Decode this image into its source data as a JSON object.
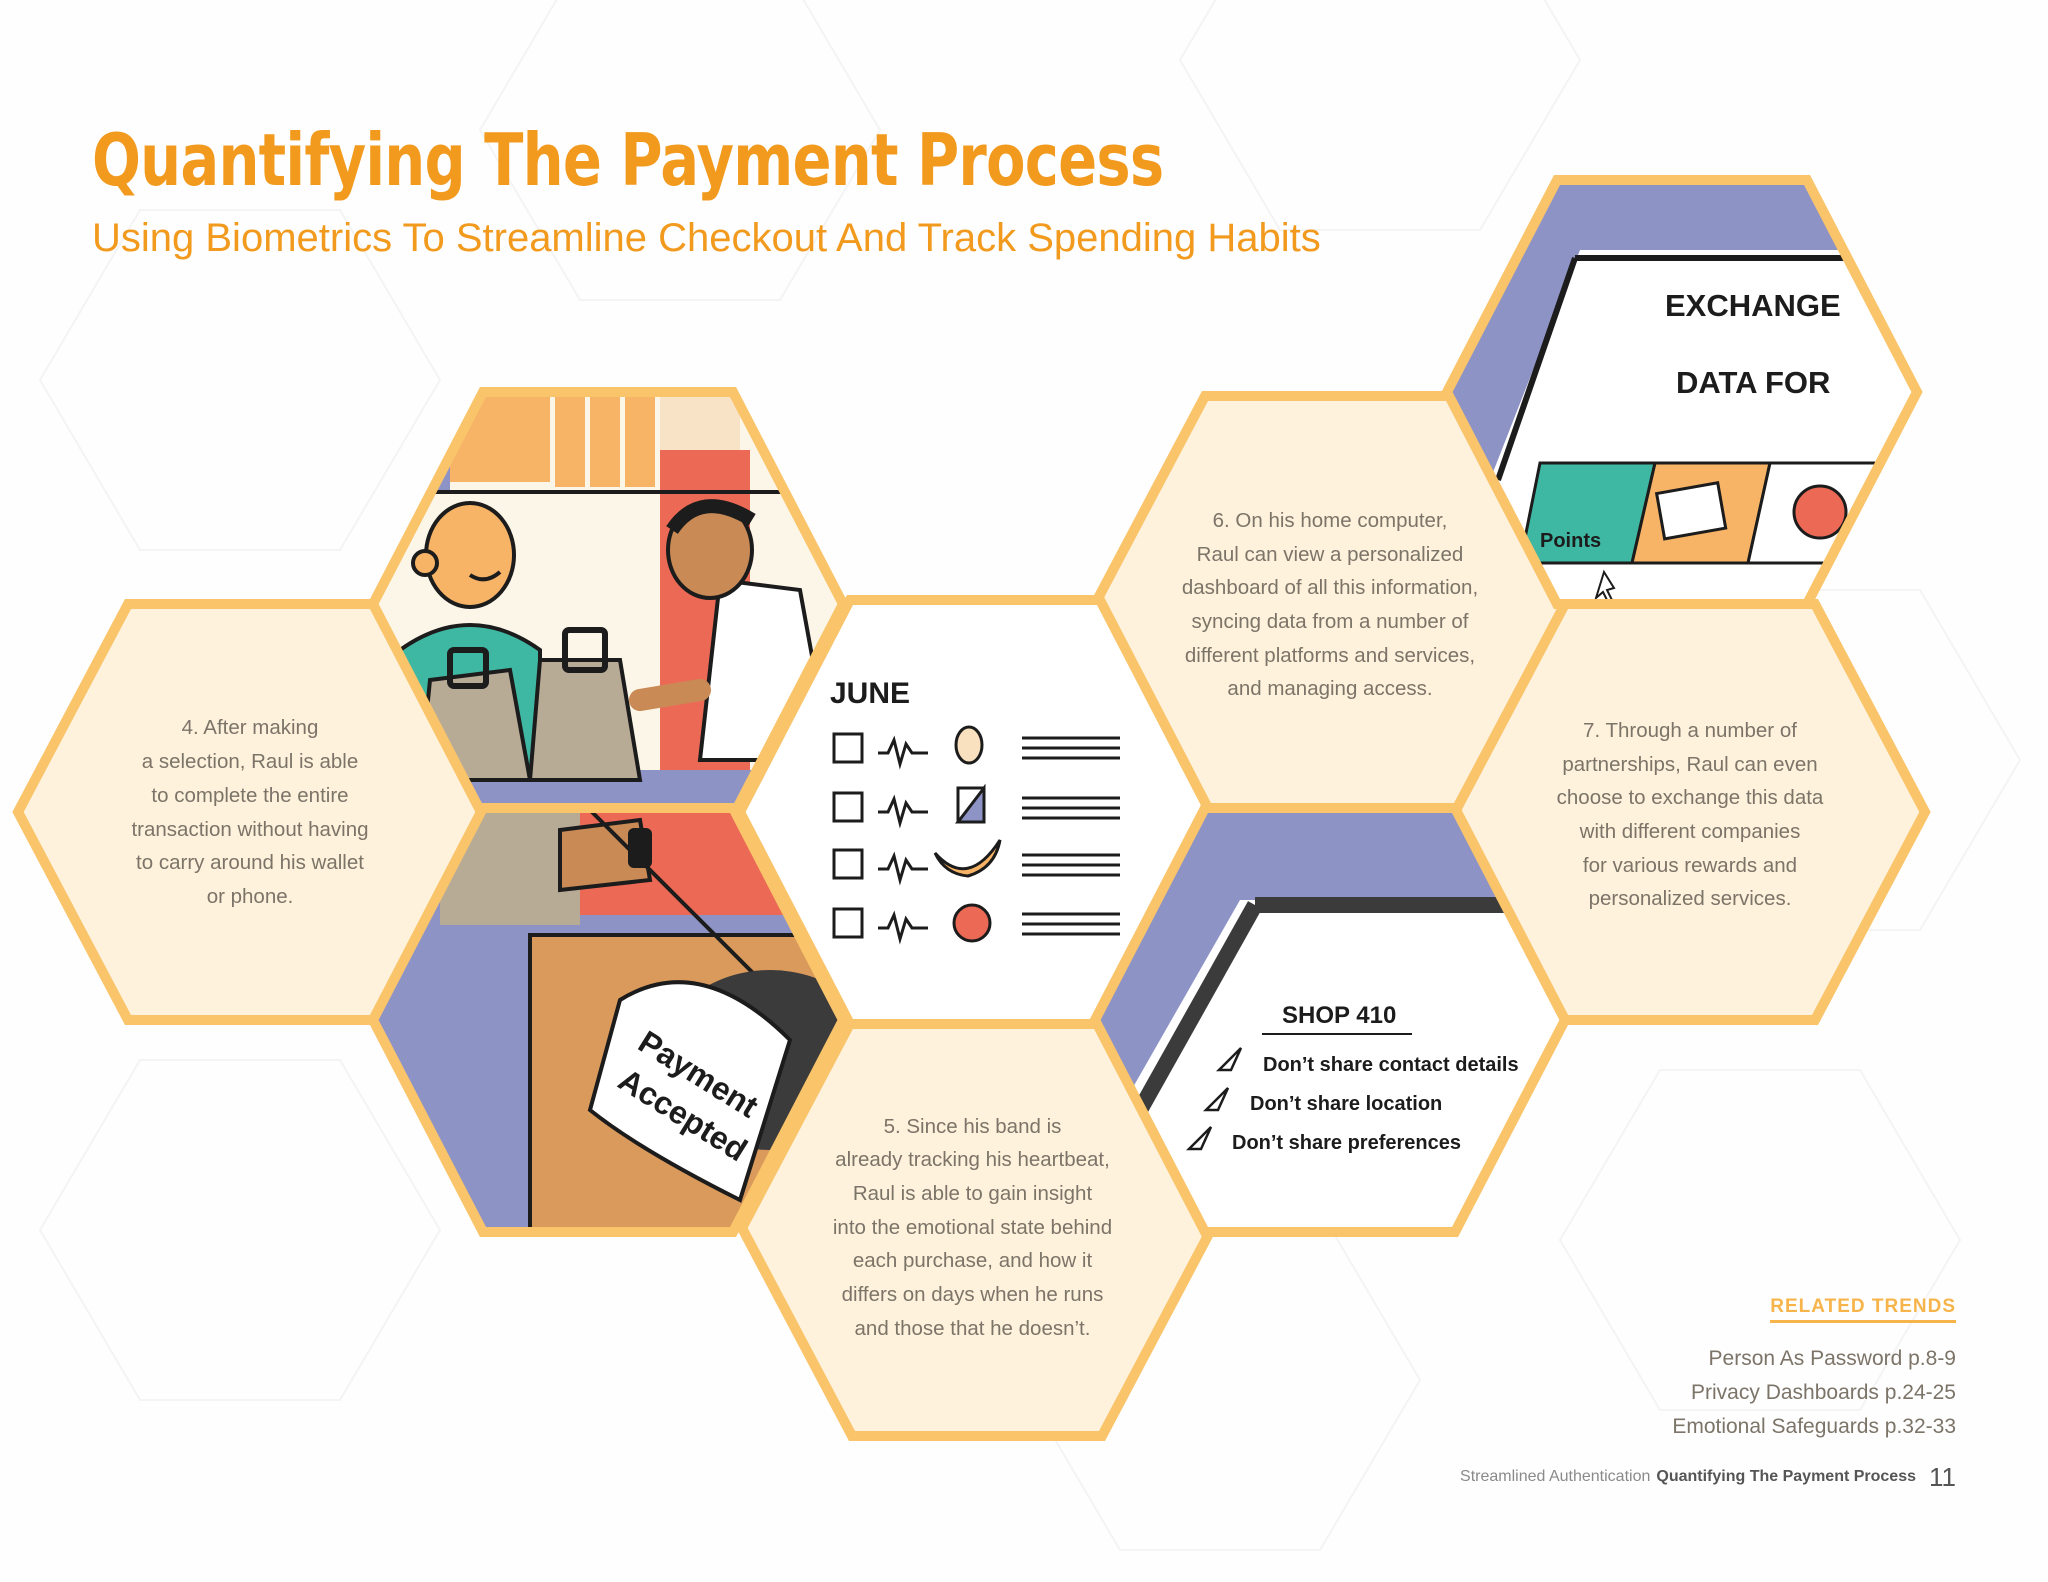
{
  "header": {
    "title": "Quantifying The Payment Process",
    "subtitle": "Using Biometrics To Streamline Checkout And Track Spending Habits"
  },
  "cards": [
    {
      "id": "step-4",
      "text": "4. After making\na selection, Raul is able\nto complete the entire\ntransaction without having\nto carry around his wallet\nor phone."
    },
    {
      "id": "step-5",
      "text": "5. Since his band is\nalready tracking his heartbeat,\nRaul is able to gain insight\ninto the emotional state behind\neach purchase, and how it\ndiffers on days when he runs\nand those that he doesn’t."
    },
    {
      "id": "step-6",
      "text": "6. On his home computer,\nRaul can view a personalized\ndashboard of all this information,\nsyncing data from a number of\ndifferent platforms and services,\nand managing access."
    },
    {
      "id": "step-7",
      "text": "7. Through a number of\npartnerships, Raul can even\nchoose to exchange this data\nwith different companies\nfor various rewards and\npersonalized services."
    }
  ],
  "illustrations": {
    "june": {
      "label": "JUNE",
      "icons": [
        "egg-icon",
        "diagonal-square-icon",
        "banana-icon",
        "apple-icon"
      ]
    },
    "payment": {
      "label_line1": "Payment",
      "label_line2": "Accepted"
    },
    "shop": {
      "title": "SHOP 410",
      "options": [
        "Don’t share contact details",
        "Don’t share location",
        "Don’t share preferences"
      ]
    },
    "exchange": {
      "line1": "EXCHANGE",
      "line2": "DATA FOR",
      "points_label": "Points"
    }
  },
  "related": {
    "title": "RELATED TRENDS",
    "items": [
      "Person As Password p.8-9",
      "Privacy Dashboards p.24-25",
      "Emotional Safeguards p.32-33"
    ]
  },
  "footer": {
    "section": "Streamlined Authentication",
    "chapter": "Quantifying The Payment Process",
    "page": "11"
  },
  "colors": {
    "orange": "#f29a1e",
    "hex_border": "#f9c46a",
    "hex_fill": "#fef2dc",
    "lavender": "#8e93c6",
    "teal": "#3fb8a3",
    "coral": "#ec6a55",
    "tan": "#b8ab96",
    "body_text": "#7c7468"
  }
}
